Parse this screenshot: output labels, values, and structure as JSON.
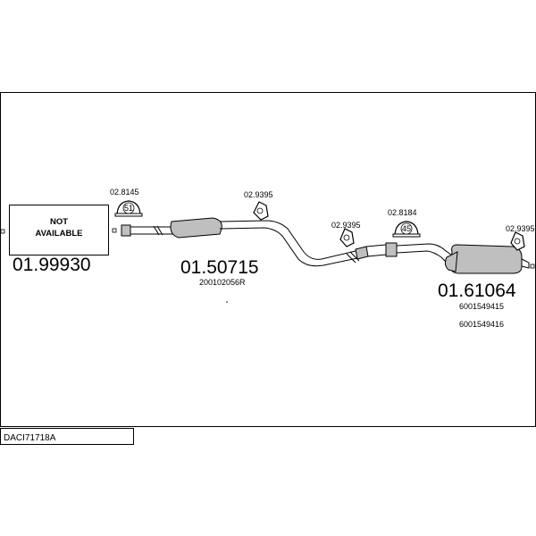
{
  "drawing_code": "DACI71718A",
  "not_available_box": {
    "line1": "NOT",
    "line2": "AVAILABLE",
    "part_number": "01.99930"
  },
  "front_section": {
    "part_number": "01.50715",
    "oem_number": "200102056R"
  },
  "rear_silencer": {
    "part_number": "01.61064",
    "oem_numbers": [
      "6001549415",
      "6001549416"
    ]
  },
  "accessories": [
    {
      "code": "02.8145",
      "badge": "51"
    },
    {
      "code": "02.9395",
      "badge": ""
    },
    {
      "code": "02.9395",
      "badge": ""
    },
    {
      "code": "02.8184",
      "badge": "45"
    },
    {
      "code": "02.9395",
      "badge": ""
    }
  ]
}
